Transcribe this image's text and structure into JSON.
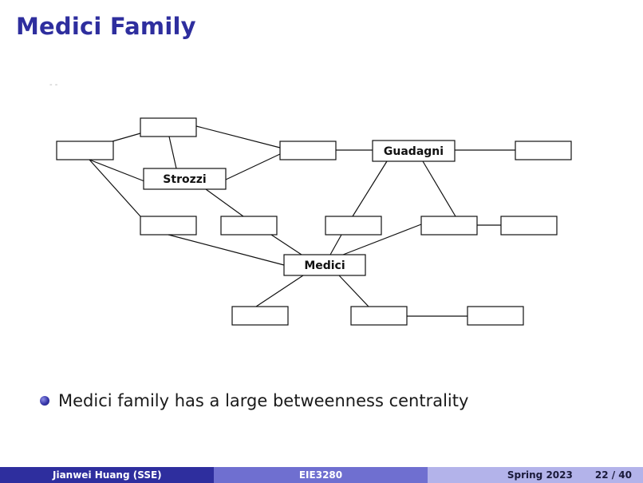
{
  "slide": {
    "title": "Medici Family",
    "tiny_mark": "- -"
  },
  "graph": {
    "nodes": [
      {
        "id": "n1",
        "label": ""
      },
      {
        "id": "n2",
        "label": ""
      },
      {
        "id": "strozzi",
        "label": "Strozzi"
      },
      {
        "id": "n4",
        "label": ""
      },
      {
        "id": "guadagni",
        "label": "Guadagni"
      },
      {
        "id": "n6",
        "label": ""
      },
      {
        "id": "n7",
        "label": ""
      },
      {
        "id": "n8",
        "label": ""
      },
      {
        "id": "n9",
        "label": ""
      },
      {
        "id": "n10",
        "label": ""
      },
      {
        "id": "n11",
        "label": ""
      },
      {
        "id": "medici",
        "label": "Medici"
      },
      {
        "id": "n13",
        "label": ""
      },
      {
        "id": "n14",
        "label": ""
      },
      {
        "id": "n15",
        "label": ""
      }
    ],
    "edges": [
      [
        "n1",
        "n2"
      ],
      [
        "n1",
        "strozzi"
      ],
      [
        "n1",
        "n7"
      ],
      [
        "n2",
        "strozzi"
      ],
      [
        "n2",
        "n4"
      ],
      [
        "strozzi",
        "n4"
      ],
      [
        "strozzi",
        "n8"
      ],
      [
        "n4",
        "guadagni"
      ],
      [
        "guadagni",
        "n6"
      ],
      [
        "guadagni",
        "n9"
      ],
      [
        "guadagni",
        "n10"
      ],
      [
        "n10",
        "n11"
      ],
      [
        "n7",
        "medici"
      ],
      [
        "n8",
        "medici"
      ],
      [
        "n9",
        "medici"
      ],
      [
        "n10",
        "medici"
      ],
      [
        "medici",
        "n13"
      ],
      [
        "medici",
        "n14"
      ],
      [
        "n14",
        "n15"
      ]
    ]
  },
  "bullets": [
    "Medici family has a large betweenness centrality"
  ],
  "footer": {
    "author": "Jianwei Huang  (SSE)",
    "course": "EIE3280",
    "term": "Spring 2023",
    "page": "22 / 40"
  }
}
